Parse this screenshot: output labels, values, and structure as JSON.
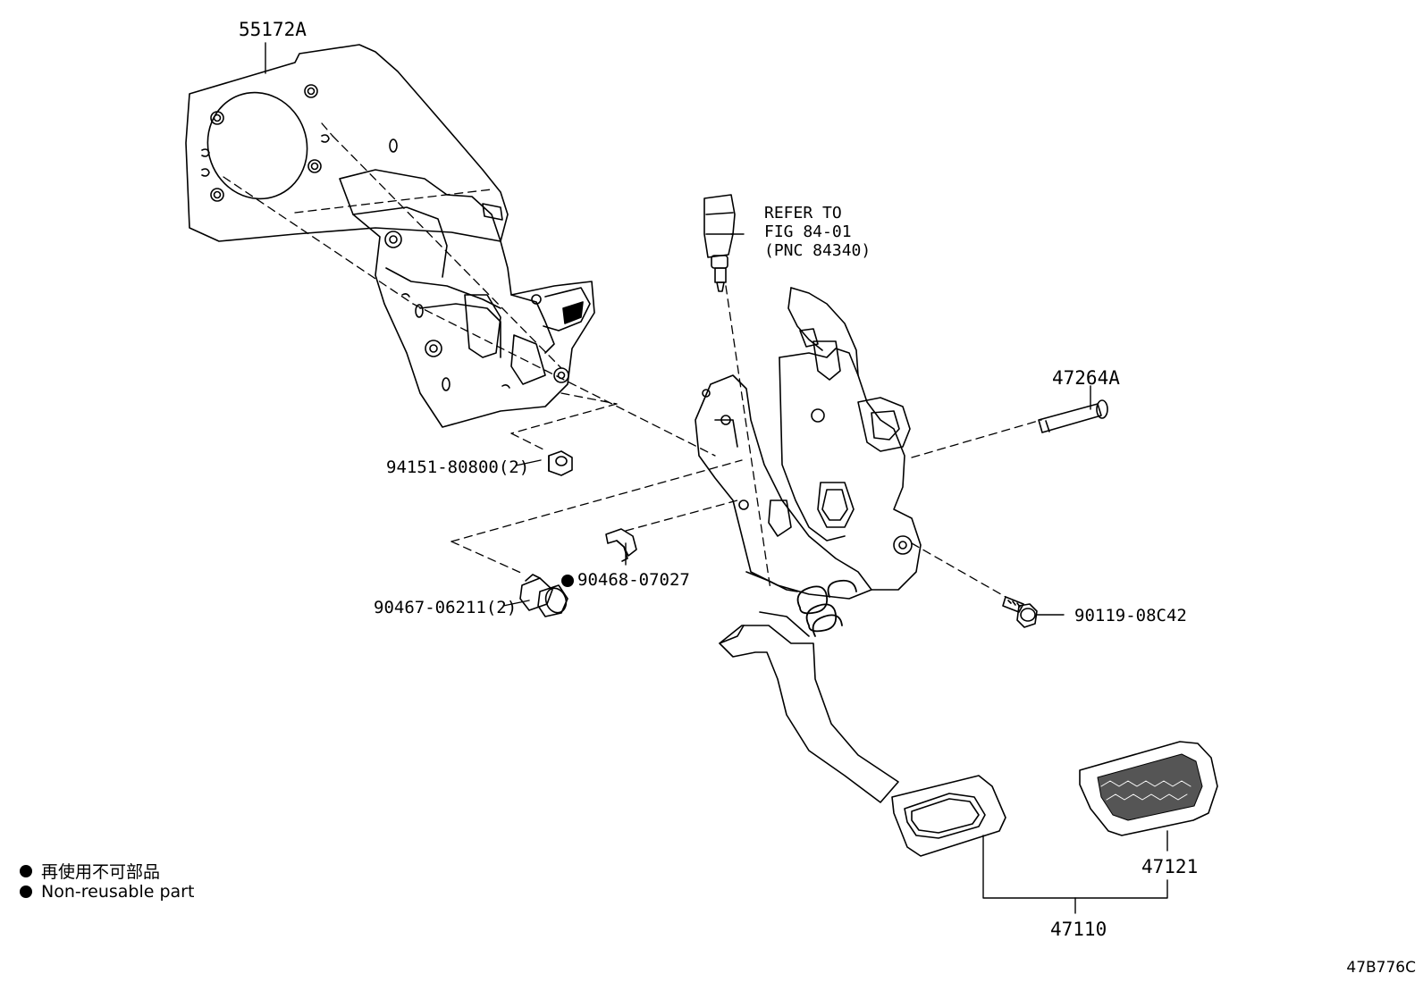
{
  "parts": {
    "p55172A": "55172A",
    "p94151": "94151-80800(2)",
    "p90468": "90468-07027",
    "p90467": "90467-06211(2)",
    "p47264A": "47264A",
    "p90119": "90119-08C42",
    "p47121": "47121",
    "p47110": "47110"
  },
  "refer": [
    "REFER TO",
    "FIG 84-01",
    "(PNC 84340)"
  ],
  "legend": {
    "jp": "再使用不可部品",
    "en": "Non-reusable part"
  },
  "diagram_code": "47B776C"
}
